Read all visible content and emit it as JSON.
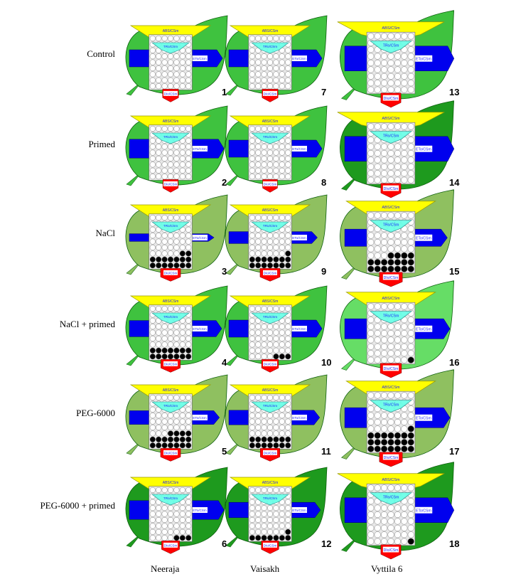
{
  "rows": [
    {
      "label": "Control"
    },
    {
      "label": "Primed"
    },
    {
      "label": "NaCl"
    },
    {
      "label": "NaCl + primed"
    },
    {
      "label": "PEG-6000"
    },
    {
      "label": "PEG-6000 + primed"
    }
  ],
  "columns": [
    {
      "label": "Neeraja"
    },
    {
      "label": "Vaisakh"
    },
    {
      "label": "Vyttila 6"
    }
  ],
  "parameter_labels": {
    "absorption": "ABS/CSm",
    "trapping": "TRo/CSm",
    "electron_transport": "ETo/CSm",
    "dissipation": "DIo/CSm"
  },
  "colors": {
    "absorption": "#ffff00",
    "trapping": "#66ffe6",
    "electron_transport": "#0000ee",
    "dissipation": "#ff0000",
    "leaf_dark": "#1e9a1e",
    "leaf_medium": "#3fc23f",
    "leaf_light": "#66dd66",
    "leaf_pale": "#8fc060",
    "open_rc": "#ffffff",
    "closed_rc": "#000000",
    "param_text": "#1c1cff"
  },
  "panels": [
    {
      "number": "1",
      "row": 0,
      "col": 0,
      "leaf": "leaf_medium",
      "inactive_rc": 0,
      "abs": 1.0,
      "et": 1.0,
      "di": 0.55
    },
    {
      "number": "7",
      "row": 0,
      "col": 1,
      "leaf": "leaf_medium",
      "inactive_rc": 0,
      "abs": 1.0,
      "et": 1.0,
      "di": 0.55
    },
    {
      "number": "13",
      "row": 0,
      "col": 2,
      "leaf": "leaf_medium",
      "inactive_rc": 0,
      "abs": 1.2,
      "et": 1.3,
      "di": 0.75
    },
    {
      "number": "2",
      "row": 1,
      "col": 0,
      "leaf": "leaf_medium",
      "inactive_rc": 0,
      "abs": 1.0,
      "et": 1.1,
      "di": 0.5
    },
    {
      "number": "8",
      "row": 1,
      "col": 1,
      "leaf": "leaf_medium",
      "inactive_rc": 0,
      "abs": 1.0,
      "et": 1.0,
      "di": 0.45
    },
    {
      "number": "14",
      "row": 1,
      "col": 2,
      "leaf": "leaf_dark",
      "inactive_rc": 0,
      "abs": 1.2,
      "et": 1.3,
      "di": 0.75
    },
    {
      "number": "3",
      "row": 2,
      "col": 0,
      "leaf": "leaf_pale",
      "inactive_rc": 16,
      "abs": 1.0,
      "et": 0.45,
      "di": 0.95
    },
    {
      "number": "9",
      "row": 2,
      "col": 1,
      "leaf": "leaf_pale",
      "inactive_rc": 15,
      "abs": 1.0,
      "et": 0.7,
      "di": 0.95
    },
    {
      "number": "15",
      "row": 2,
      "col": 2,
      "leaf": "leaf_pale",
      "inactive_rc": 18,
      "abs": 1.0,
      "et": 0.9,
      "di": 1.0
    },
    {
      "number": "4",
      "row": 3,
      "col": 0,
      "leaf": "leaf_medium",
      "inactive_rc": 14,
      "abs": 1.0,
      "et": 0.95,
      "di": 0.9
    },
    {
      "number": "10",
      "row": 3,
      "col": 1,
      "leaf": "leaf_medium",
      "inactive_rc": 3,
      "abs": 1.0,
      "et": 1.0,
      "di": 0.65
    },
    {
      "number": "16",
      "row": 3,
      "col": 2,
      "leaf": "leaf_light",
      "inactive_rc": 1,
      "abs": 1.0,
      "et": 1.05,
      "di": 0.85
    },
    {
      "number": "5",
      "row": 4,
      "col": 0,
      "leaf": "leaf_pale",
      "inactive_rc": 18,
      "abs": 1.0,
      "et": 0.8,
      "di": 0.95
    },
    {
      "number": "11",
      "row": 4,
      "col": 1,
      "leaf": "leaf_pale",
      "inactive_rc": 14,
      "abs": 1.0,
      "et": 0.85,
      "di": 0.9
    },
    {
      "number": "17",
      "row": 4,
      "col": 2,
      "leaf": "leaf_pale",
      "inactive_rc": 22,
      "abs": 1.0,
      "et": 1.05,
      "di": 1.0
    },
    {
      "number": "6",
      "row": 5,
      "col": 0,
      "leaf": "leaf_dark",
      "inactive_rc": 3,
      "abs": 1.0,
      "et": 1.1,
      "di": 0.75
    },
    {
      "number": "12",
      "row": 5,
      "col": 1,
      "leaf": "leaf_dark",
      "inactive_rc": 8,
      "abs": 1.0,
      "et": 0.9,
      "di": 0.7
    },
    {
      "number": "18",
      "row": 5,
      "col": 2,
      "leaf": "leaf_dark",
      "inactive_rc": 1,
      "abs": 1.2,
      "et": 1.3,
      "di": 0.75
    }
  ]
}
